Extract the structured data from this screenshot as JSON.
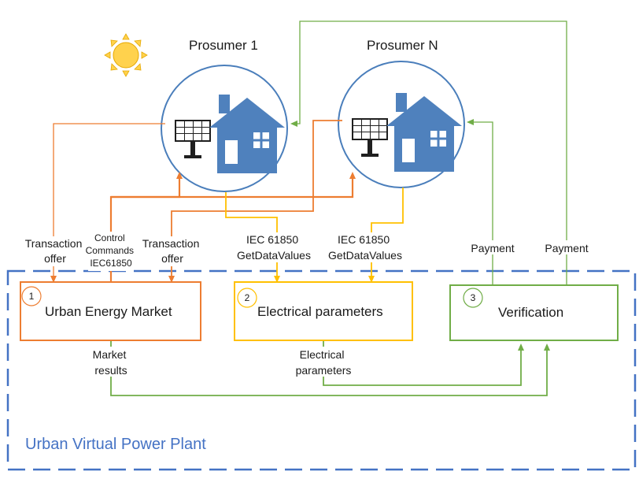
{
  "prosumers": [
    {
      "title": "Prosumer 1"
    },
    {
      "title": "Prosumer N"
    }
  ],
  "modules": [
    {
      "number": "1",
      "title": "Urban Energy Market",
      "color": "#ed7d31"
    },
    {
      "number": "2",
      "title": "Electrical parameters",
      "color": "#ffc000"
    },
    {
      "number": "3",
      "title": "Verification",
      "color": "#70ad47"
    }
  ],
  "labels": {
    "transaction_offer_1": [
      "Transaction",
      "offer"
    ],
    "control_commands": [
      "Control",
      "Commands",
      "IEC61850"
    ],
    "transaction_offer_2": [
      "Transaction",
      "offer"
    ],
    "iec_1": [
      "IEC 61850",
      "GetDataValues"
    ],
    "iec_2": [
      "IEC 61850",
      "GetDataValues"
    ],
    "payment_1": "Payment",
    "payment_2": "Payment",
    "market_results": [
      "Market",
      "results"
    ],
    "electrical_parameters": [
      "Electrical",
      "parameters"
    ]
  },
  "vpp": {
    "title": "Urban Virtual Power Plant",
    "border_color": "#4472c4"
  },
  "colors": {
    "prosumer_circle": "#4a7ebb",
    "house": "#4f81bd",
    "panel": "#1f1f1f",
    "sun": "#ffd24d"
  },
  "icons": [
    "sun-icon",
    "house-icon",
    "solar-panel-icon"
  ]
}
